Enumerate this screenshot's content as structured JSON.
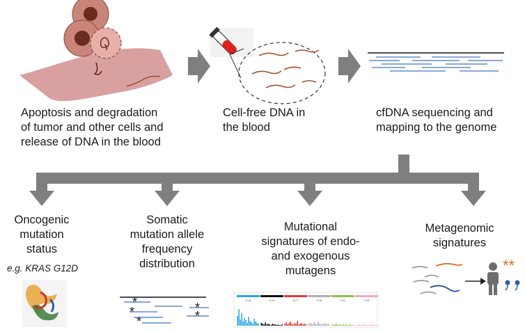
{
  "steps": {
    "apoptosis": [
      "Apoptosis and degradation",
      "of tumor and other cells and",
      "release of DNA in the blood"
    ],
    "cfdna": [
      "Cell-free DNA in",
      "the blood"
    ],
    "sequencing": [
      "cfDNA sequencing and",
      "mapping to the genome"
    ]
  },
  "outputs": {
    "oncogenic": [
      "Oncogenic",
      "mutation",
      "status"
    ],
    "oncogenic_example": "e.g. KRAS G12D",
    "somatic": [
      "Somatic",
      "mutation allele",
      "frequency",
      "distribution"
    ],
    "mutational": [
      "Mutational",
      "signatures of endo-",
      "and exogenous",
      "mutagens"
    ],
    "metagenomic": [
      "Metagenomic",
      "signatures"
    ]
  },
  "signature_panel": {
    "labels": [
      "C>A",
      "C>G",
      "C>T",
      "T>A",
      "T>C",
      "T>G"
    ],
    "colors": [
      "#2aa6e0",
      "#111111",
      "#e53935",
      "#b0b0b0",
      "#8bc34a",
      "#f4a7b9"
    ]
  },
  "symbols": {
    "asterisk": "*",
    "double_asterisk": "**"
  },
  "colors": {
    "arrow": "#7f7f7f",
    "tissue": "#d9a0a0",
    "cell": "#c9857a",
    "dna": "#a0522d",
    "read": "#4472c4",
    "tube": "#e02020",
    "person": "#6d6d6d"
  }
}
